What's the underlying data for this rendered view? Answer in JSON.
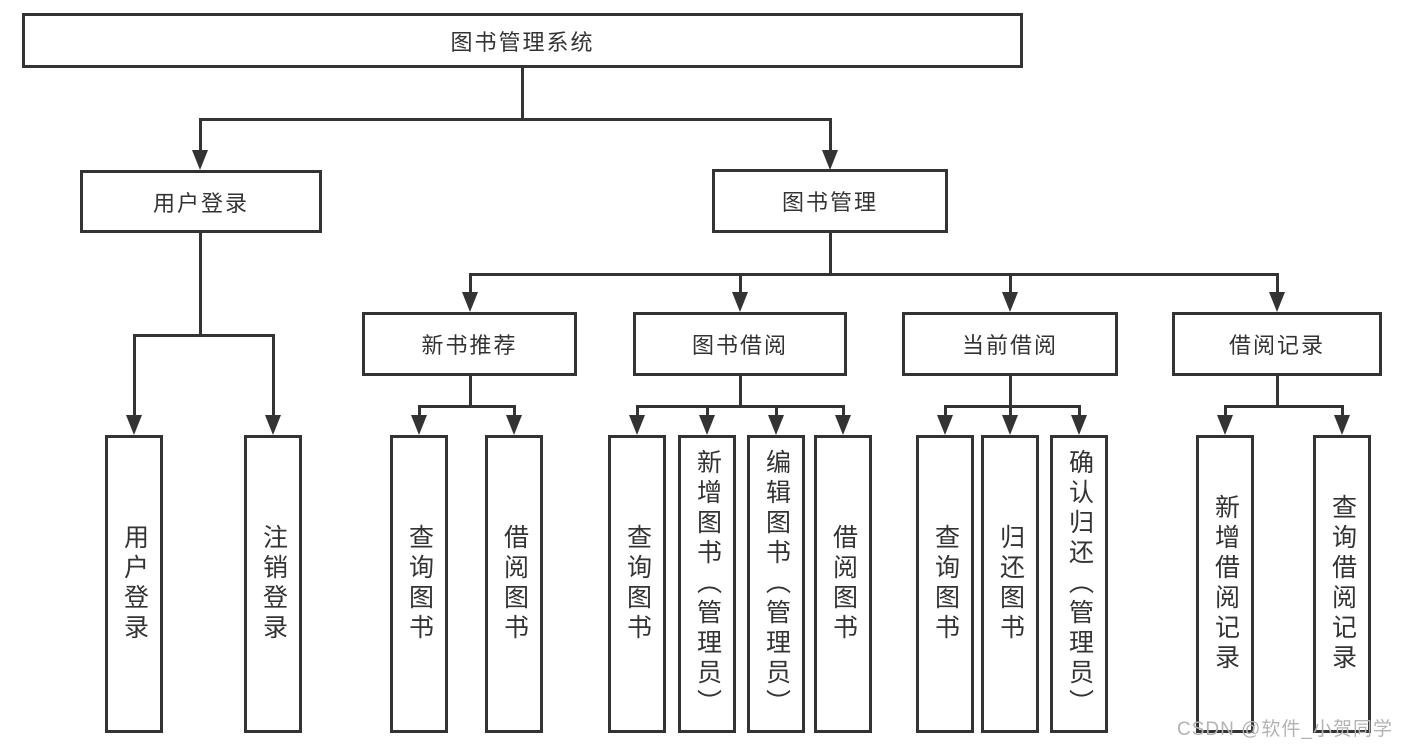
{
  "diagram": {
    "root": {
      "label": "图书管理系统"
    },
    "branches": [
      {
        "id": "user-login",
        "label": "用户登录",
        "children": [
          {
            "label": "用户登录"
          },
          {
            "label": "注销登录"
          }
        ]
      },
      {
        "id": "book-management",
        "label": "图书管理",
        "modules": [
          {
            "id": "new-book-recommend",
            "label": "新书推荐",
            "children": [
              {
                "label": "查询图书"
              },
              {
                "label": "借阅图书"
              }
            ]
          },
          {
            "id": "book-borrowing",
            "label": "图书借阅",
            "children": [
              {
                "label": "查询图书"
              },
              {
                "label": "新增图书（管理员）"
              },
              {
                "label": "编辑图书（管理员）"
              },
              {
                "label": "借阅图书"
              }
            ]
          },
          {
            "id": "current-borrowing",
            "label": "当前借阅",
            "children": [
              {
                "label": "查询图书"
              },
              {
                "label": "归还图书"
              },
              {
                "label": "确认归还（管理员）"
              }
            ]
          },
          {
            "id": "borrowing-records",
            "label": "借阅记录",
            "children": [
              {
                "label": "新增借阅记录"
              },
              {
                "label": "查询借阅记录"
              }
            ]
          }
        ]
      }
    ]
  },
  "watermark": {
    "text": "CSDN @软件_小贺同学"
  },
  "colors": {
    "line": "#333333",
    "text": "#333333",
    "background": "#ffffff",
    "watermark": "#b3b3b3"
  }
}
